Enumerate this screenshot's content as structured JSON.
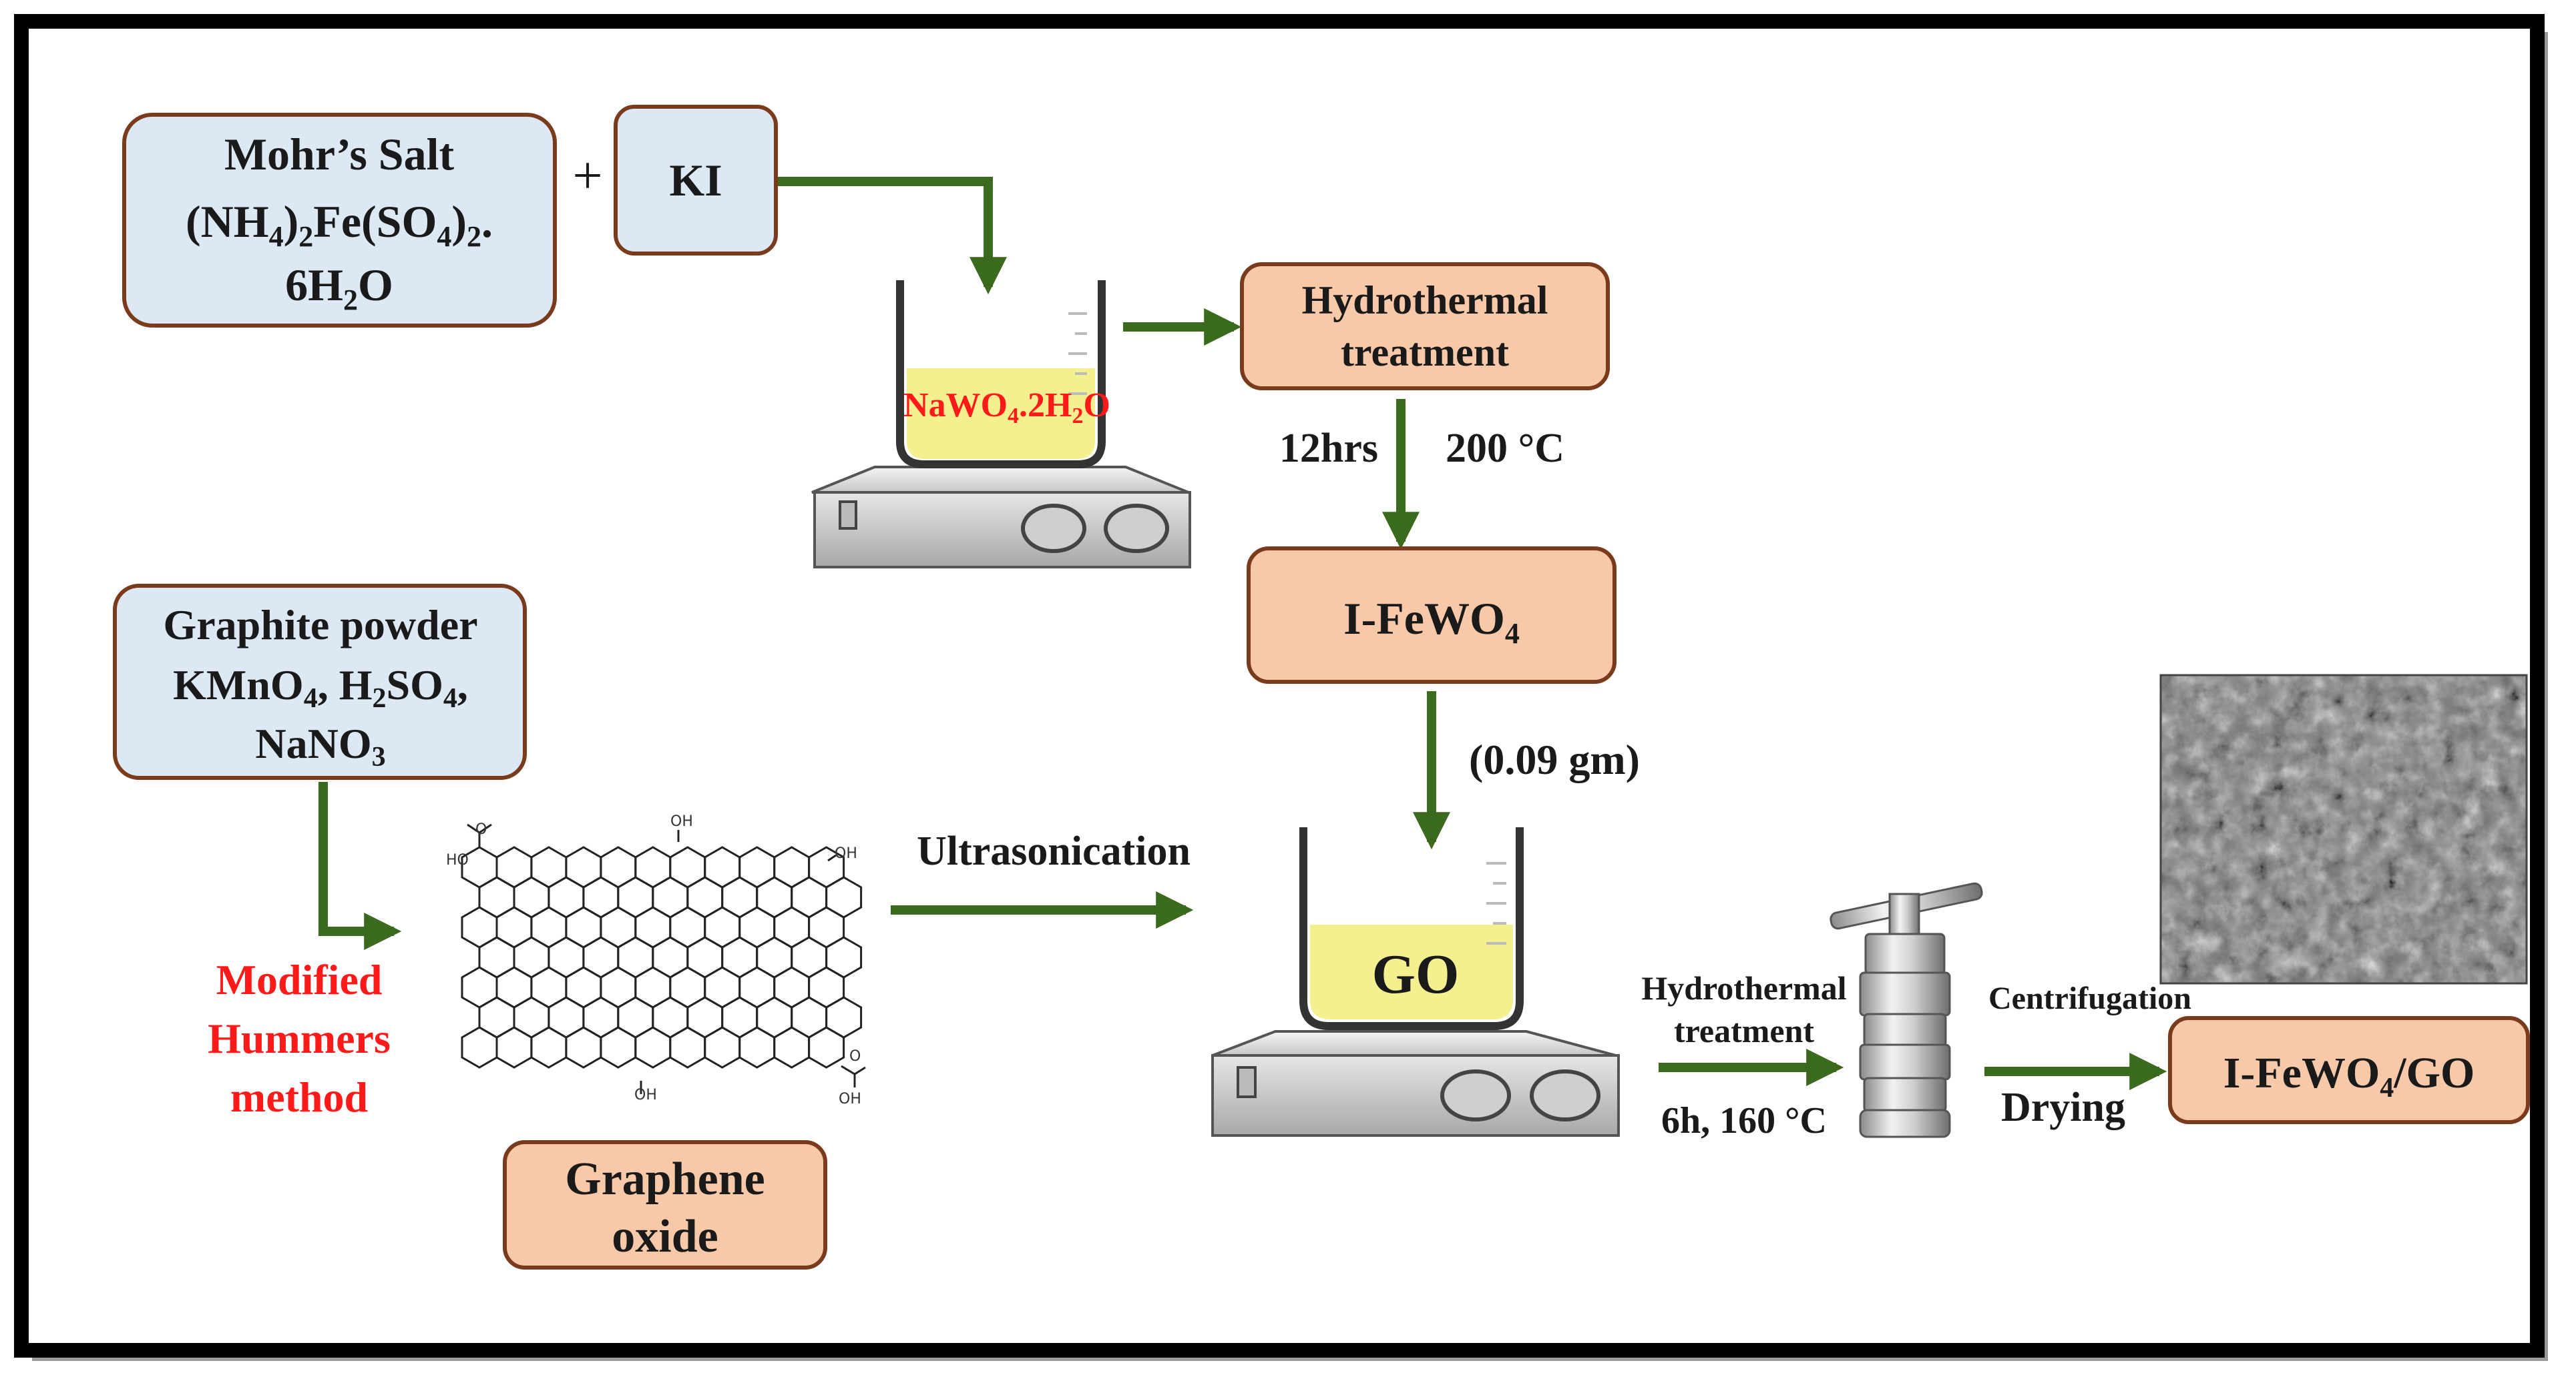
{
  "colors": {
    "frame": "#000000",
    "blue_box_fill": "#dce8f4",
    "orange_box_fill": "#f7c9a8",
    "box_border": "#7a3b1c",
    "arrow": "#3a6a1e",
    "red_text": "#ff1a1a",
    "solution": "#f4ef8f"
  },
  "boxes": {
    "mohrs_salt": {
      "line1": "Mohr’s Salt",
      "line2_parts": [
        "(NH",
        "4",
        ")",
        "2",
        "Fe(SO",
        "4",
        ")",
        "2",
        "."
      ],
      "line3_parts": [
        "6H",
        "2",
        "O"
      ]
    },
    "ki": {
      "label": "KI"
    },
    "plus_sign": "+",
    "hydrothermal_top": {
      "line1": "Hydrothermal",
      "line2": "treatment"
    },
    "graphite": {
      "line1": "Graphite powder",
      "line2_parts": [
        "KMnO",
        "4",
        ", H",
        "2",
        "SO",
        "4",
        ","
      ],
      "line3_parts": [
        "NaNO",
        "3"
      ]
    },
    "i_fewo4": {
      "parts": [
        "I-FeWO",
        "4"
      ]
    },
    "graphene_oxide": {
      "line1": "Graphene",
      "line2": "oxide"
    },
    "final_product": {
      "parts": [
        "I-FeWO",
        "4",
        "/GO"
      ]
    }
  },
  "labels": {
    "beaker1_solution_parts": [
      "NaWO",
      "4",
      ".2H",
      "2",
      "O"
    ],
    "time_12hrs": "12hrs",
    "temp_200": "200 °C",
    "mass": "(0.09 gm)",
    "ultrasonication": "Ultrasonication",
    "modified_hummers": [
      "Modified",
      "Hummers",
      "method"
    ],
    "go_in_beaker": "GO",
    "hydrothermal_bottom": [
      "Hydrothermal",
      "treatment"
    ],
    "conditions_bottom": "6h, 160 °C",
    "centrifugation": "Centrifugation",
    "drying": "Drying"
  },
  "structure_groups": {
    "carboxyl": "HO",
    "carboxyl_o": "O",
    "hydroxyl": "OH"
  }
}
